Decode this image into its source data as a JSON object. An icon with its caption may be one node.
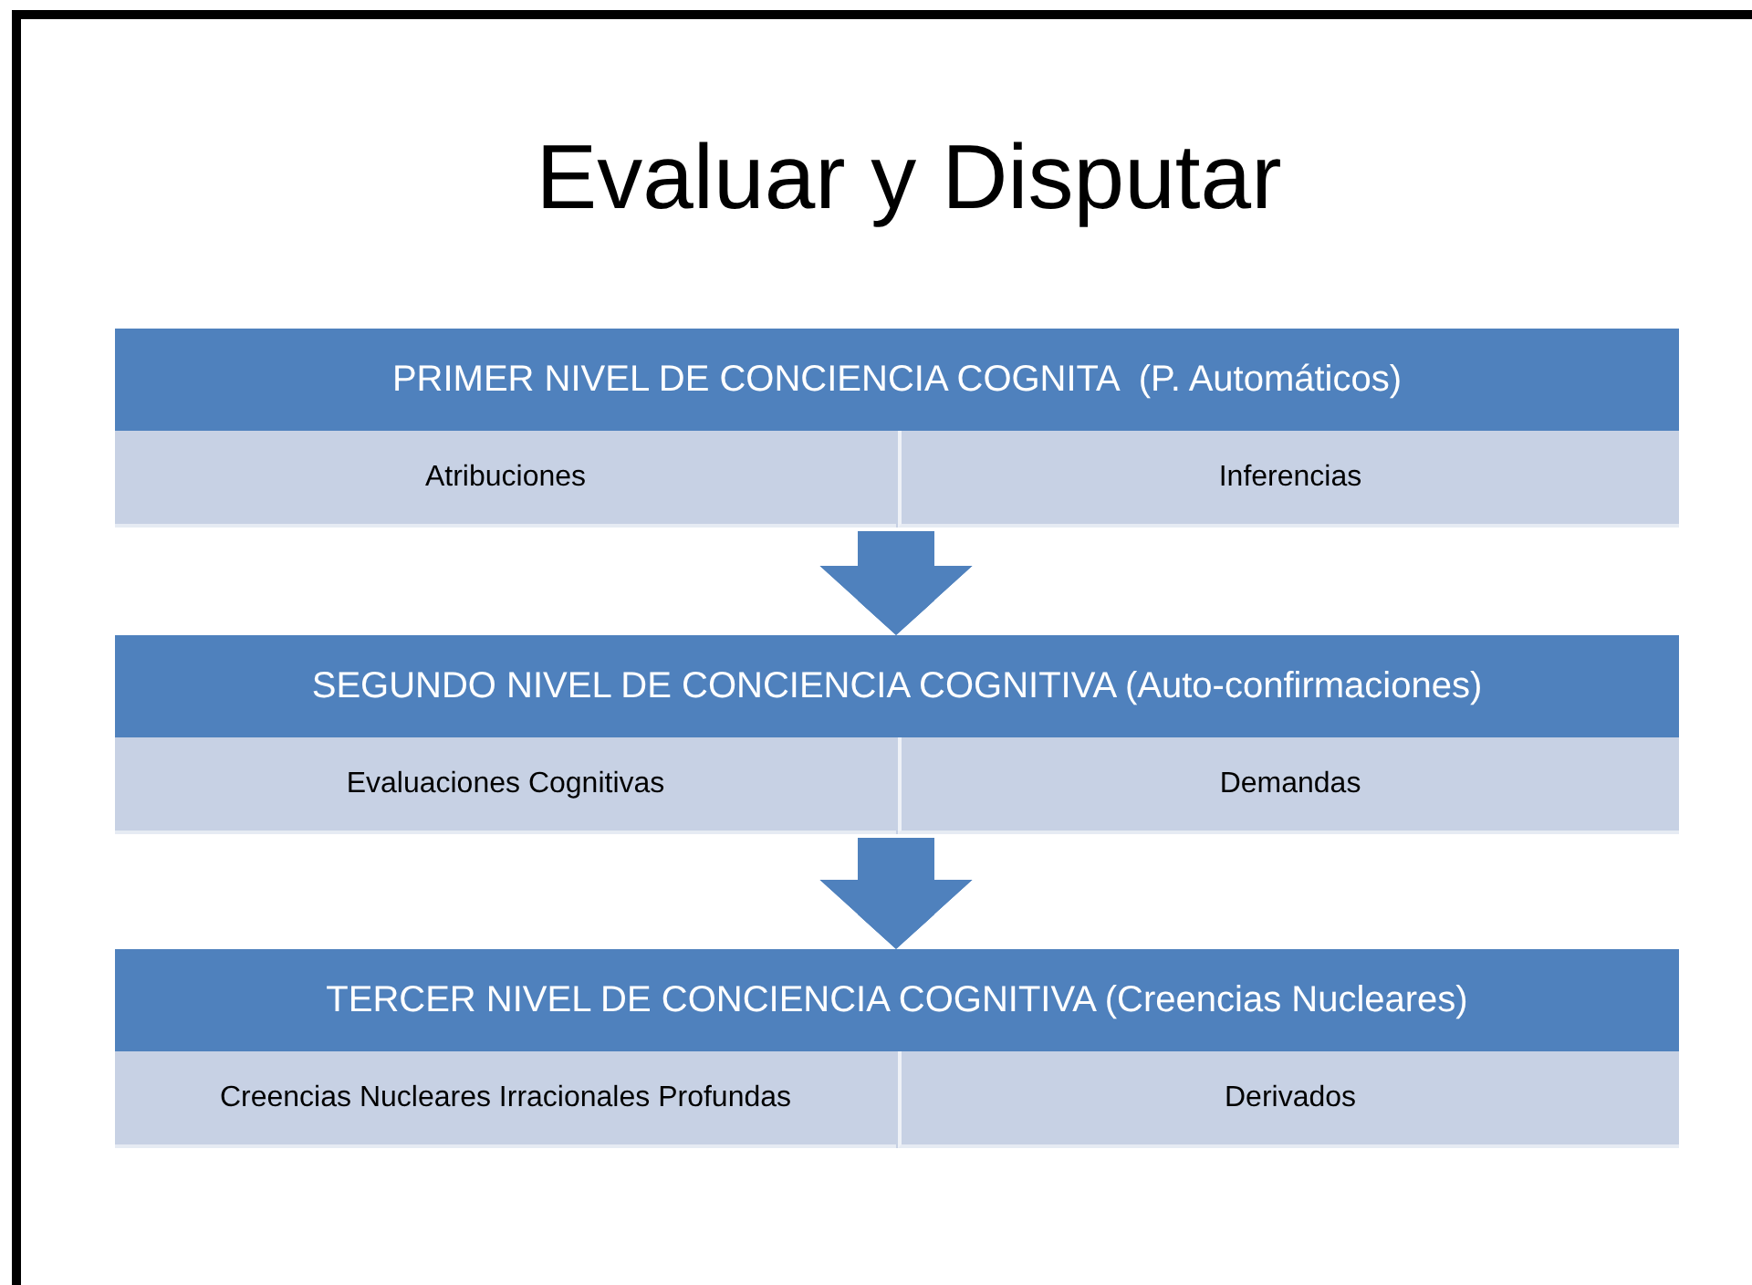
{
  "diagram": {
    "title": "Evaluar y Disputar",
    "nodes": [
      {
        "text": [
          "PRIMER NIVEL DE CONCIENCIA COGNITA  (P. Automáticos)"
        ]
      },
      {
        "text": [
          "Atribuciones"
        ],
        "in": 0
      },
      {
        "text": [
          "Inferencias"
        ],
        "in": 0
      },
      {
        "text": [
          "SEGUNDO NIVEL DE CONCIENCIA COGNITIVA (Auto-confirmaciones)"
        ]
      },
      {
        "text": [
          "Evaluaciones Cognitivas"
        ],
        "in": 3
      },
      {
        "text": [
          "Demandas"
        ],
        "in": 3
      },
      {
        "text": [
          "TERCER NIVEL DE CONCIENCIA COGNITIVA (Creencias Nucleares)"
        ]
      },
      {
        "text": [
          "Creencias Nucleares Irracionales Profundas"
        ],
        "in": 6
      },
      {
        "text": [
          "Derivados"
        ],
        "in": 6
      }
    ],
    "edges": [
      {
        "from": 0,
        "to": 3,
        "arrow": "to"
      },
      {
        "from": 3,
        "to": 6,
        "arrow": "to"
      }
    ]
  }
}
